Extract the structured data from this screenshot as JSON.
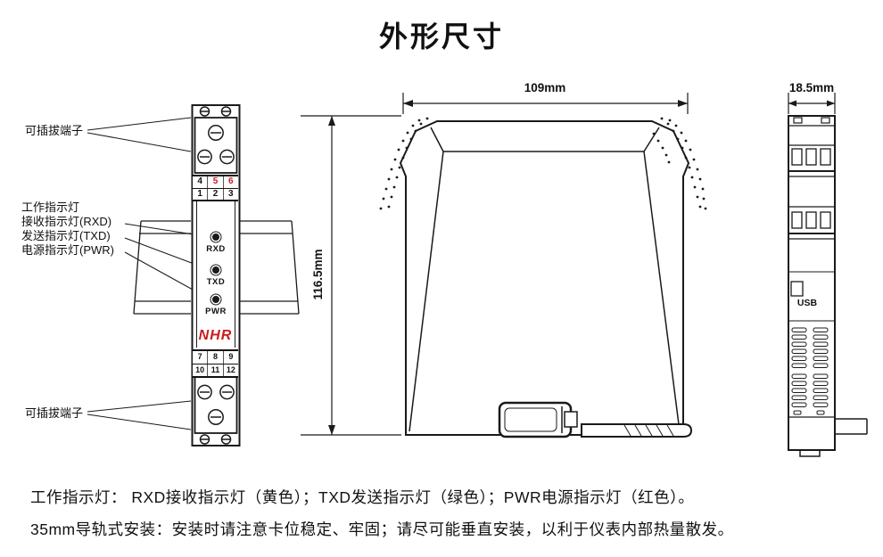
{
  "colors": {
    "red": "#cc1a1a"
  },
  "title": "外形尺寸",
  "front_view": {
    "label_pluggable_top": "可插拔端子",
    "label_pluggable_bottom": "可插拔端子",
    "indicator_labels": {
      "heading": "工作指示灯",
      "rxd": "接收指示灯(RXD)",
      "txd": "发送指示灯(TXD)",
      "pwr": "电源指示灯(PWR)"
    },
    "terminals_top": {
      "row1": [
        "4",
        "5",
        "6"
      ],
      "row2": [
        "1",
        "2",
        "3"
      ]
    },
    "terminals_bottom": {
      "row1": [
        "7",
        "8",
        "9"
      ],
      "row2": [
        "10",
        "11",
        "12"
      ]
    },
    "leds": [
      "RXD",
      "TXD",
      "PWR"
    ],
    "logo": "NHR"
  },
  "dimensions": {
    "width": "109mm",
    "height": "116.5mm",
    "depth": "18.5mm"
  },
  "end_view": {
    "usb": "USB"
  },
  "notes": {
    "line1": "工作指示灯： RXD接收指示灯（黄色）；TXD发送指示灯（绿色）；PWR电源指示灯（红色）。",
    "line2": "35mm导轨式安装：安装时请注意卡位稳定、牢固；请尽可能垂直安装，以利于仪表内部热量散发。"
  }
}
